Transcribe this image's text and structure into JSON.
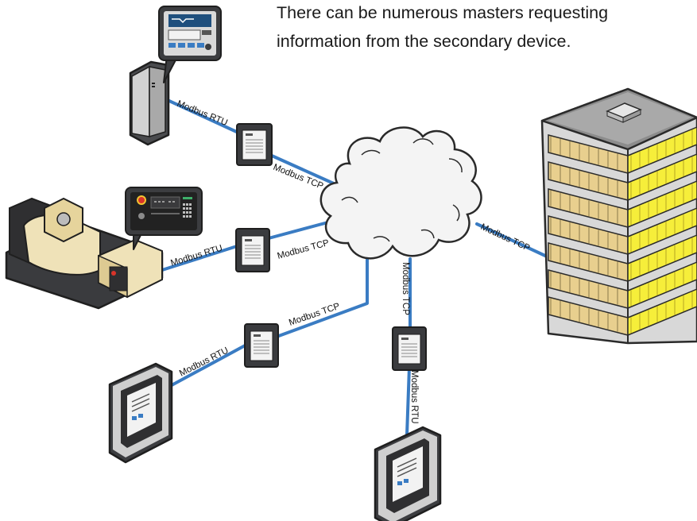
{
  "caption": {
    "line1": "There can be numerous masters requesting",
    "line2": "information from the secondary device."
  },
  "labels": {
    "rtu": "Modbus RTU",
    "tcp": "Modbus TCP"
  },
  "colors": {
    "link": "#3a7cc3",
    "outline": "#2a2a2a",
    "cloud": "#f4f4f4",
    "building_window": "#f6ee3a",
    "building_frame": "#e8cf8e",
    "building_body": "#d8d8d8",
    "generator_body": "#efe2b8",
    "engine_dark": "#2f2f31",
    "estop_red": "#d9342a",
    "estop_yellow": "#f2c530"
  },
  "icons": [
    "cloud-icon",
    "building-icon",
    "generator-icon",
    "gateway-icon",
    "controller-panel-icon",
    "wall-cabinet-icon"
  ]
}
